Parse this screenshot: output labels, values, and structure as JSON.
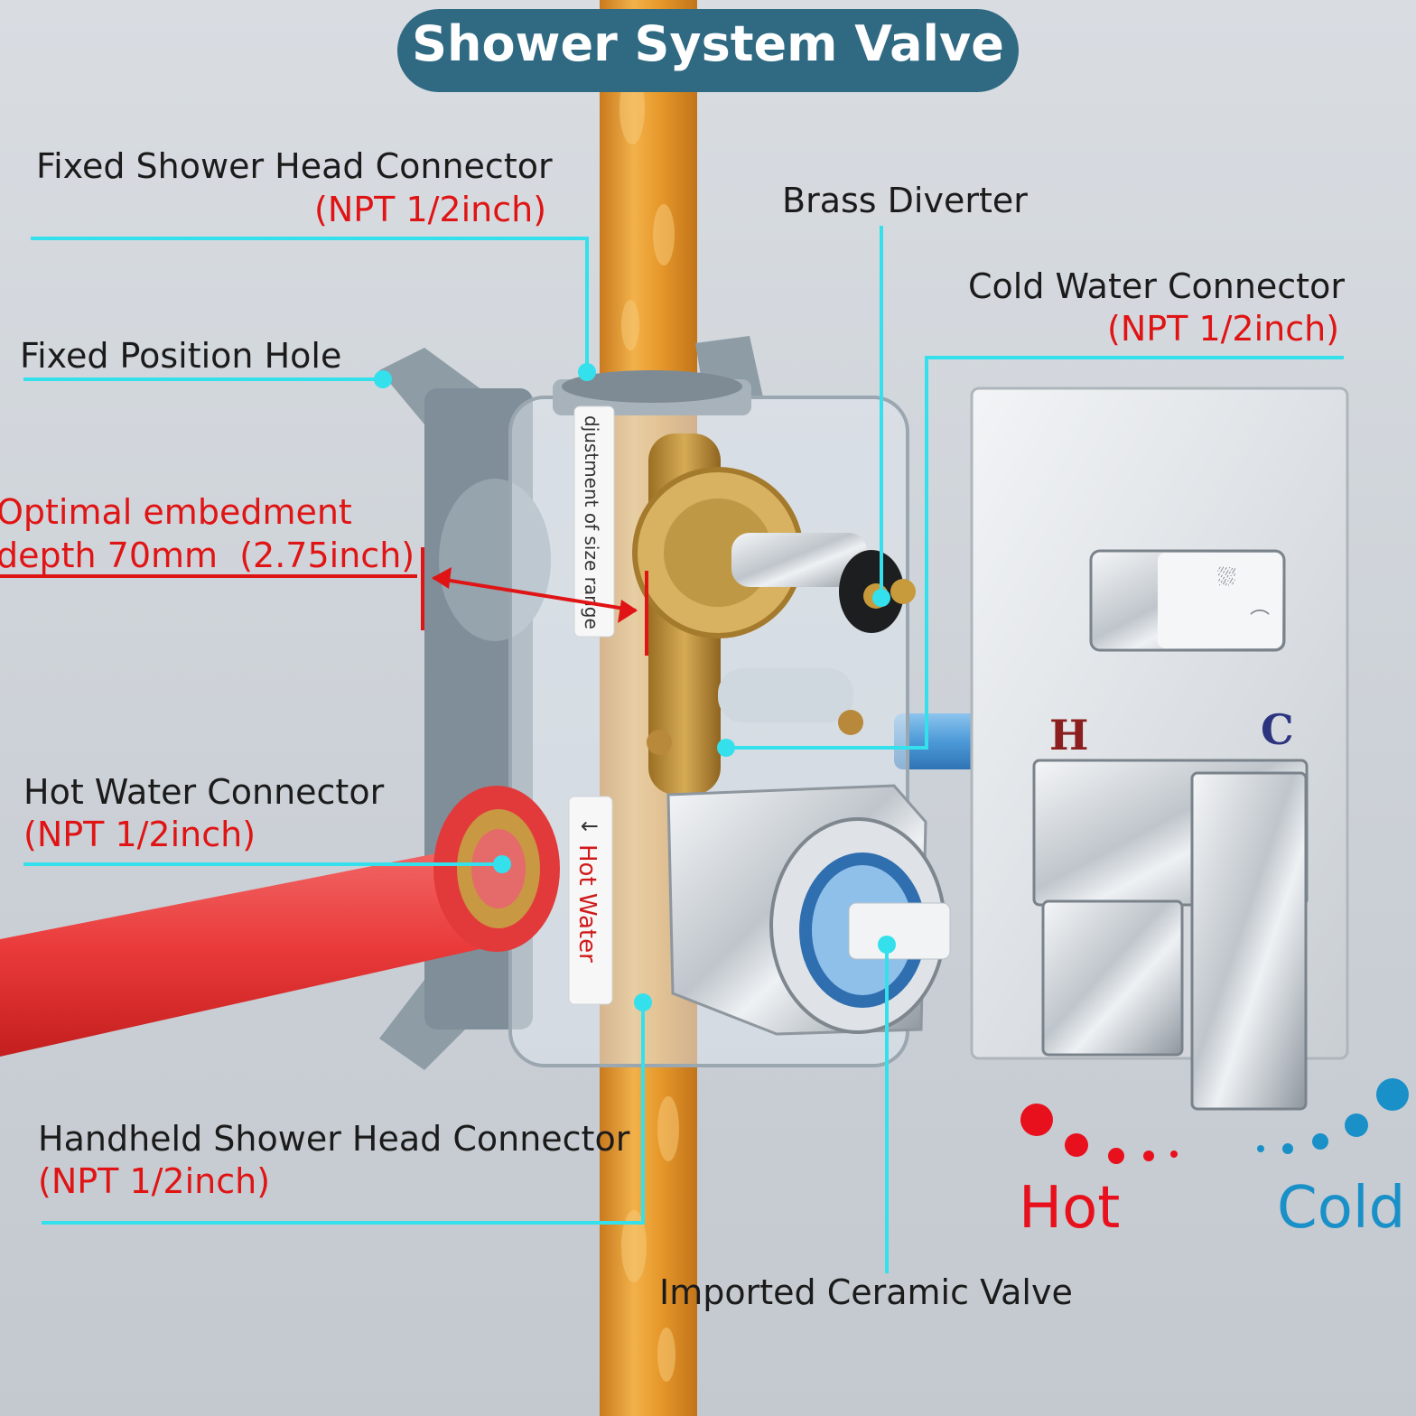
{
  "title": "Shower System Valve",
  "labels": {
    "fixed_head": {
      "name": "Fixed Shower Head Connector",
      "spec": "(NPT 1/2inch)"
    },
    "brass_diverter": "Brass Diverter",
    "cold_connector": {
      "name": "Cold Water Connector",
      "spec": "(NPT 1/2inch)"
    },
    "fixed_hole": "Fixed Position Hole",
    "embedment": {
      "line1": "Optimal embedment",
      "line2": "depth 70mm  (2.75inch)"
    },
    "hot_connector": {
      "name": "Hot Water Connector",
      "spec": "(NPT 1/2inch)"
    },
    "handheld": {
      "name": "Handheld Shower Head Connector",
      "spec": "(NPT 1/2inch)"
    },
    "ceramic": "Imported Ceramic Valve"
  },
  "box_text": {
    "adjustment": "djustment of size range",
    "hot_water": "Hot Water"
  },
  "trim_marks": {
    "hot": "H",
    "cold": "C"
  },
  "legend": {
    "hot": "Hot",
    "cold": "Cold"
  },
  "colors": {
    "title_bg": "#2f6a82",
    "leader": "#34e0ec",
    "spec_text": "#e01414",
    "hot": "#e8101c",
    "cold": "#1a90c8",
    "pipe_orange": "#e59a2e",
    "pipe_red": "#e83838",
    "pipe_blue": "#4d9ad8",
    "brass": "#c79a3c",
    "box_gray": "#8a99a4"
  },
  "icons": [
    "shower-head-icon",
    "handheld-shower-icon",
    "arrow-icon"
  ]
}
